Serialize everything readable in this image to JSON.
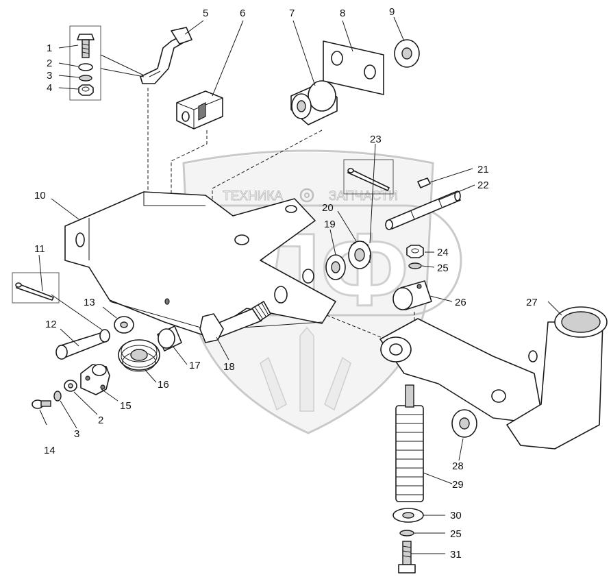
{
  "watermark": {
    "left_word": "ТЕХНИКА",
    "right_word": "ЗАПЧАСТИ",
    "monogram": "ЭЛФ"
  },
  "callouts": [
    {
      "id": "c1",
      "text": "1"
    },
    {
      "id": "c2",
      "text": "2"
    },
    {
      "id": "c3",
      "text": "3"
    },
    {
      "id": "c4",
      "text": "4"
    },
    {
      "id": "c5",
      "text": "5"
    },
    {
      "id": "c6",
      "text": "6"
    },
    {
      "id": "c7",
      "text": "7"
    },
    {
      "id": "c8",
      "text": "8"
    },
    {
      "id": "c9",
      "text": "9"
    },
    {
      "id": "c10",
      "text": "10"
    },
    {
      "id": "c11",
      "text": "11"
    },
    {
      "id": "c12",
      "text": "12"
    },
    {
      "id": "c13",
      "text": "13"
    },
    {
      "id": "c14",
      "text": "14"
    },
    {
      "id": "c15",
      "text": "15"
    },
    {
      "id": "c16",
      "text": "16"
    },
    {
      "id": "c17",
      "text": "17"
    },
    {
      "id": "c18",
      "text": "18"
    },
    {
      "id": "c19",
      "text": "19"
    },
    {
      "id": "c20",
      "text": "20"
    },
    {
      "id": "c21",
      "text": "21"
    },
    {
      "id": "c22",
      "text": "22"
    },
    {
      "id": "c23",
      "text": "23"
    },
    {
      "id": "c24",
      "text": "24"
    },
    {
      "id": "c25a",
      "text": "25"
    },
    {
      "id": "c26",
      "text": "26"
    },
    {
      "id": "c27",
      "text": "27"
    },
    {
      "id": "c28",
      "text": "28"
    },
    {
      "id": "c29",
      "text": "29"
    },
    {
      "id": "c30",
      "text": "30"
    },
    {
      "id": "c25b",
      "text": "25"
    },
    {
      "id": "c31",
      "text": "31"
    },
    {
      "id": "c2b",
      "text": "2"
    },
    {
      "id": "c3b",
      "text": "3"
    }
  ]
}
